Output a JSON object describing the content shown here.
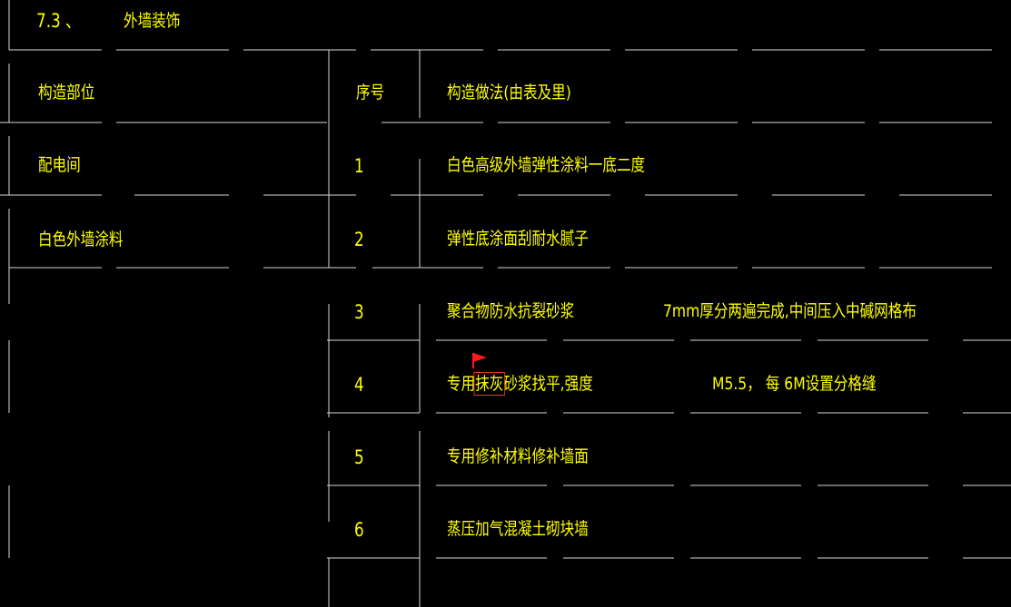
{
  "section": {
    "number": "7.3 、",
    "title": "外墙装饰"
  },
  "table": {
    "headers": {
      "part": "构造部位",
      "seq": "序号",
      "method": "构造做法(由表及里)"
    },
    "part_rows": [
      "配电间",
      "白色外墙涂料"
    ],
    "rows": [
      {
        "seq": "1",
        "method": "白色高级外墙弹性涂料一底二度",
        "note": ""
      },
      {
        "seq": "2",
        "method": "弹性底涂面刮耐水腻子",
        "note": ""
      },
      {
        "seq": "3",
        "method": "聚合物防水抗裂砂浆",
        "note": "7mm厚分两遍完成,中间压入中碱网格布"
      },
      {
        "seq": "4",
        "method_prefix": "专用",
        "method_highlight": "抹灰",
        "method_suffix": "砂浆找平,强度",
        "note": "M5.5， 每 6M设置分格缝"
      },
      {
        "seq": "5",
        "method": "专用修补材料修补墙面",
        "note": ""
      },
      {
        "seq": "6",
        "method": "蒸压加气混凝土砌块墙",
        "note": ""
      }
    ]
  },
  "colors": {
    "background": "#000000",
    "text": "#ffff00",
    "lines": "#d8d8d8",
    "highlight": "#e0402a",
    "marker": "#ff1a1a"
  },
  "icons": {
    "marker": "red-flag-icon"
  }
}
